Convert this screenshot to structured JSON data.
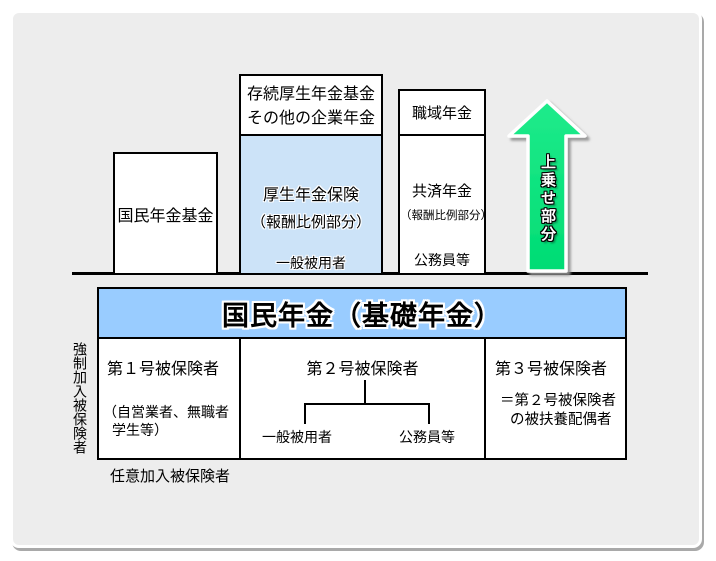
{
  "colors": {
    "panel_bg": "#EDEDED",
    "tier_blue": "#CCE3F8",
    "header_blue": "#99CCFF",
    "arrow_green": "#00E87D",
    "line_black": "#000000"
  },
  "upper_tier": {
    "kokumin_nenkin_kikin_box": "国民年金基金",
    "kosei_stack": {
      "top_line1": "存続厚生年金基金",
      "top_line2": "その他の企業年金",
      "main": "厚生年金保険",
      "sub": "（報酬比例部分）",
      "group": "一般被用者"
    },
    "kyosai_stack": {
      "top": "職域年金",
      "main": "共済年金",
      "sub": "（報酬比例部分）",
      "group": "公務員等"
    },
    "arrow_label": "上乗せ部分"
  },
  "base_tier": {
    "header": "国民年金（基礎年金）",
    "side_label": "強制加入被保険者",
    "col1": {
      "title": "第１号被保険者",
      "desc_line1": "（自営業者、無職者",
      "desc_line2": "学生等）"
    },
    "col2": {
      "title": "第２号被保険者",
      "branch_left": "一般被用者",
      "branch_right": "公務員等"
    },
    "col3": {
      "title": "第３号被保険者",
      "desc_line1": "＝第２号被保険者",
      "desc_line2": "の被扶養配偶者"
    },
    "footnote": "任意加入被保険者"
  }
}
